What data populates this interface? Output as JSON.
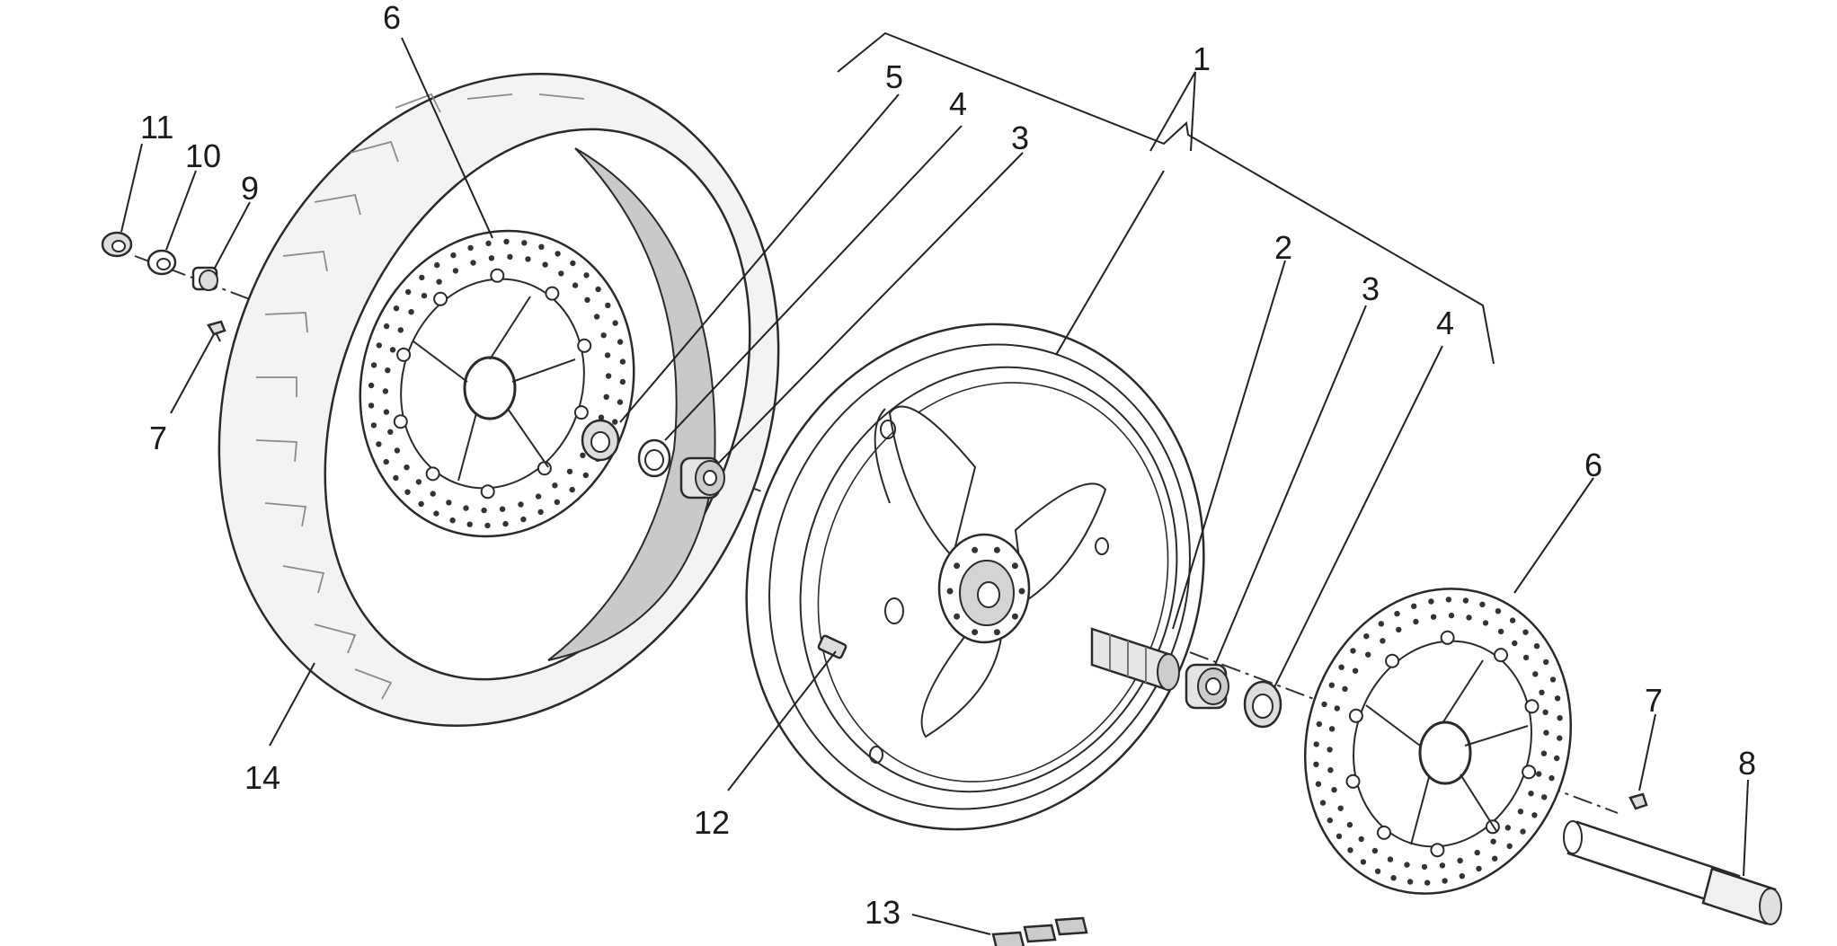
{
  "diagram": {
    "callouts": {
      "c1": "1",
      "c2": "2",
      "c3a": "3",
      "c3b": "3",
      "c4a": "4",
      "c4b": "4",
      "c5": "5",
      "c6a": "6",
      "c6b": "6",
      "c7a": "7",
      "c7b": "7",
      "c8": "8",
      "c9": "9",
      "c10": "10",
      "c11": "11",
      "c12": "12",
      "c13": "13",
      "c14": "14"
    },
    "colors": {
      "line": "#2a2a2a",
      "tyre_fill": "#f2f2f2",
      "rim_inner": "#c8c8c8",
      "disc_fill": "#ffffff",
      "hole": "#333333"
    }
  }
}
